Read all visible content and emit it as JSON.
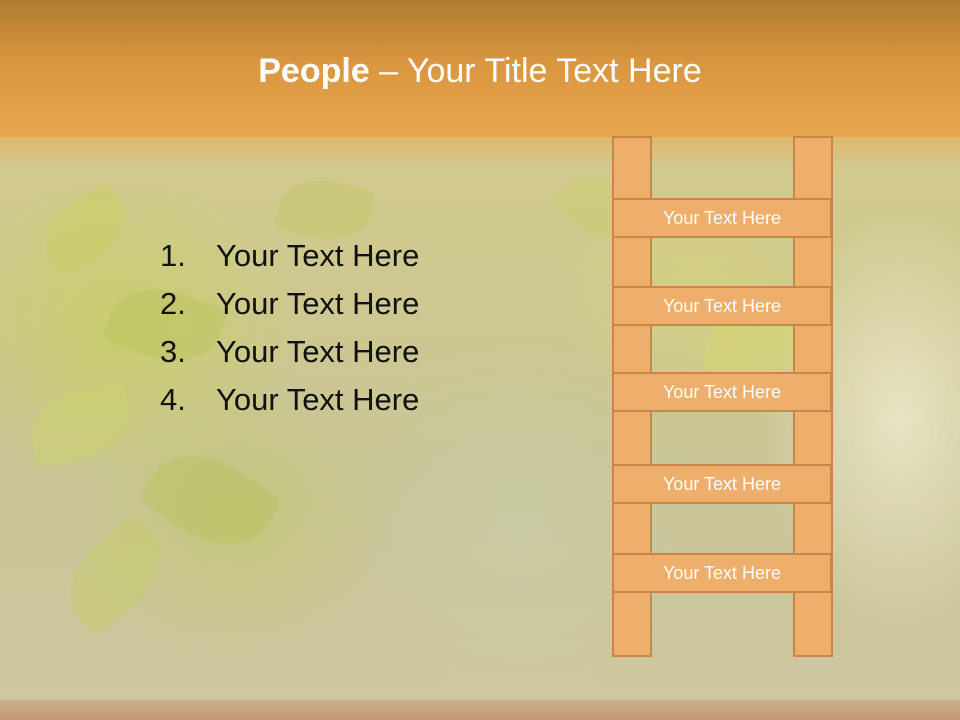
{
  "slide": {
    "title_bold": "People",
    "title_rest": " – Your Title Text Here",
    "list": [
      {
        "number": "1.",
        "text": "Your Text Here"
      },
      {
        "number": "2.",
        "text": "Your Text Here"
      },
      {
        "number": "3.",
        "text": "Your Text Here"
      },
      {
        "number": "4.",
        "text": "Your Text Here"
      }
    ],
    "ladder_steps": [
      "Your Text Here",
      "Your Text Here",
      "Your Text Here",
      "Your Text Here",
      "Your Text Here"
    ]
  },
  "colors": {
    "header": "#E8A64E",
    "ladder_fill": "#EEAE6C",
    "ladder_border": "#C9864A",
    "title_text": "#FFFFFF",
    "body_text": "#111111"
  }
}
